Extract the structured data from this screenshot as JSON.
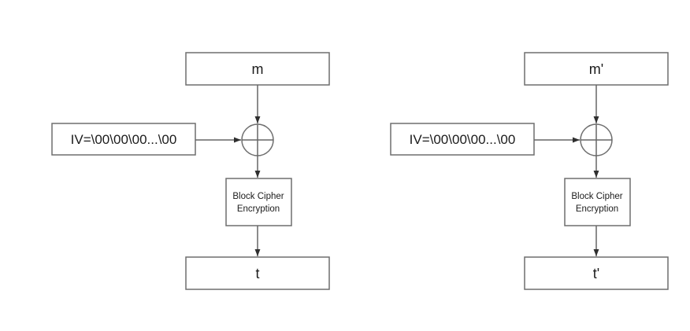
{
  "page": {
    "background_color": "#ffffff",
    "stroke_color": "#6e6e6e",
    "line_color": "#666666",
    "arrowhead_color": "#2f2f2f",
    "text_color": "#1b1b1b"
  },
  "diagrams": {
    "left": {
      "message_label": "m",
      "iv_label": "IV=\\00\\00\\00...\\00",
      "xor_symbol": "xor-plus-circle",
      "cipher_line1": "Block Cipher",
      "cipher_line2": "Encryption",
      "tag_label": "t"
    },
    "right": {
      "message_label": "m'",
      "iv_label": "IV=\\00\\00\\00...\\00",
      "xor_symbol": "xor-plus-circle",
      "cipher_line1": "Block Cipher",
      "cipher_line2": "Encryption",
      "tag_label": "t'"
    }
  }
}
